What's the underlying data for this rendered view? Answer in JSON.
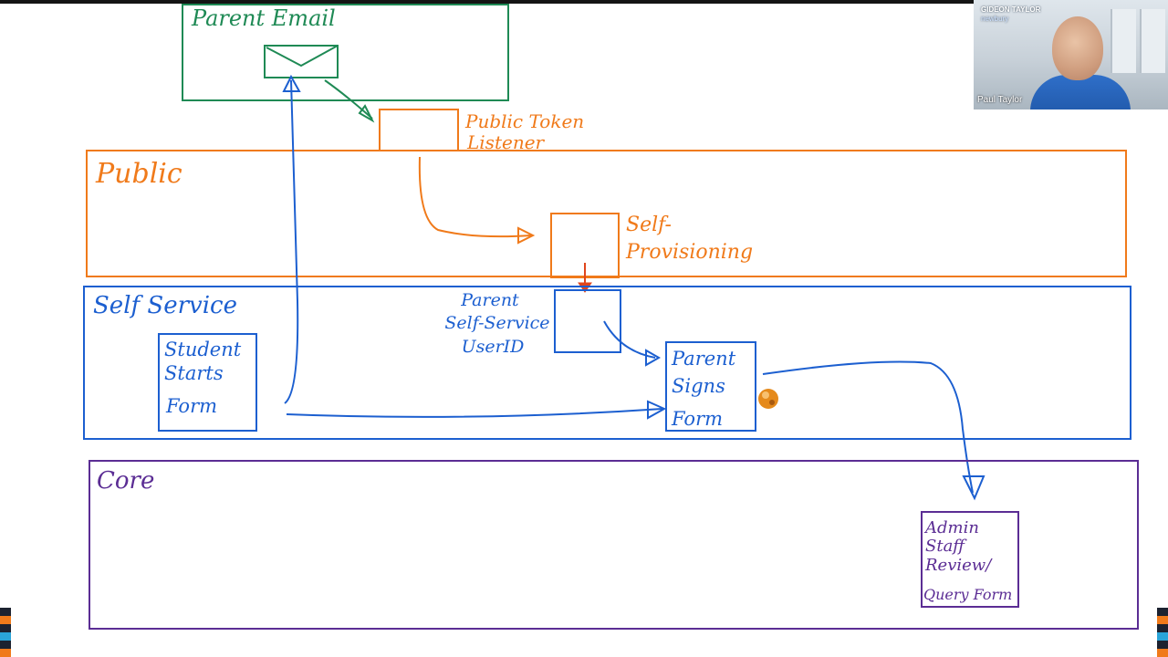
{
  "whiteboard": {
    "zones": {
      "parent_email": "Parent Email",
      "public": "Public",
      "self_service": "Self Service",
      "core": "Core"
    },
    "boxes": {
      "public_token_listener": [
        "Public Token",
        "Listener"
      ],
      "self_provisioning": [
        "Self-",
        "Provisioning"
      ],
      "parent_self_service_userid": [
        "Parent",
        "Self-Service",
        "UserID"
      ],
      "student_starts_form": [
        "Student",
        "Starts",
        "Form"
      ],
      "parent_signs_form": [
        "Parent",
        "Signs",
        "Form"
      ],
      "admin_staff_review": [
        "Admin",
        "Staff",
        "Review/",
        "Query Form"
      ]
    }
  },
  "video": {
    "presenter_name": "Paul Taylor",
    "logo_line1": "GIDEON TAYLOR",
    "logo_line2": "newbury"
  },
  "colors": {
    "green": "#1f8a55",
    "orange": "#f07a1a",
    "blue": "#1c5fd0",
    "purple": "#5b2d94"
  },
  "icons": {
    "email": "envelope-icon",
    "cursor": "pointer-ball-icon"
  }
}
